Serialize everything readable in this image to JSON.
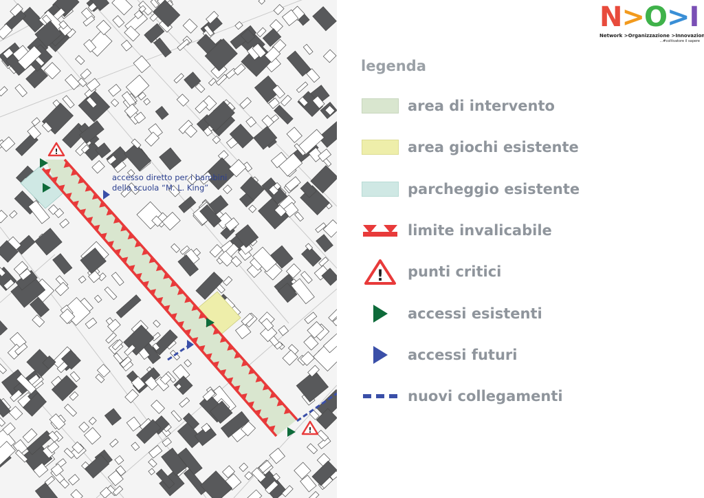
{
  "logo": {
    "wordmark": "N>O>I",
    "subtitle": "Network >Organizzazione >Innovazione",
    "tagline": "...#coltivatore il sapere"
  },
  "colors": {
    "intervento": "#d9e6cf",
    "giochi": "#eeeeaa",
    "parcheggio": "#cfe8e4",
    "limit": "#e83a3a",
    "accessi_esistenti": "#0e6b3a",
    "accessi_futuri": "#3a4fa8",
    "buildings": "#58595b",
    "map_bg": "#f4f4f4"
  },
  "map": {
    "annotation_line1": "accesso diretto per i bambini",
    "annotation_line2": "della scuola “M. L. King”"
  },
  "legend": {
    "title": "legenda",
    "items": [
      {
        "key": "intervento",
        "label": "area di intervento",
        "icon": "green-area-swatch-icon"
      },
      {
        "key": "giochi",
        "label": "area giochi esistente",
        "icon": "yellow-area-swatch-icon"
      },
      {
        "key": "parcheggio",
        "label": "parcheggio esistente",
        "icon": "cyan-area-swatch-icon"
      },
      {
        "key": "limite",
        "label": "limite invalicabile",
        "icon": "red-barrier-icon"
      },
      {
        "key": "critici",
        "label": "punti critici",
        "icon": "warning-triangle-icon"
      },
      {
        "key": "esistenti",
        "label": "accessi esistenti",
        "icon": "green-arrow-icon"
      },
      {
        "key": "futuri",
        "label": "accessi futuri",
        "icon": "blue-arrow-icon"
      },
      {
        "key": "collegamenti",
        "label": "nuovi collegamenti",
        "icon": "dashed-line-icon"
      }
    ]
  }
}
